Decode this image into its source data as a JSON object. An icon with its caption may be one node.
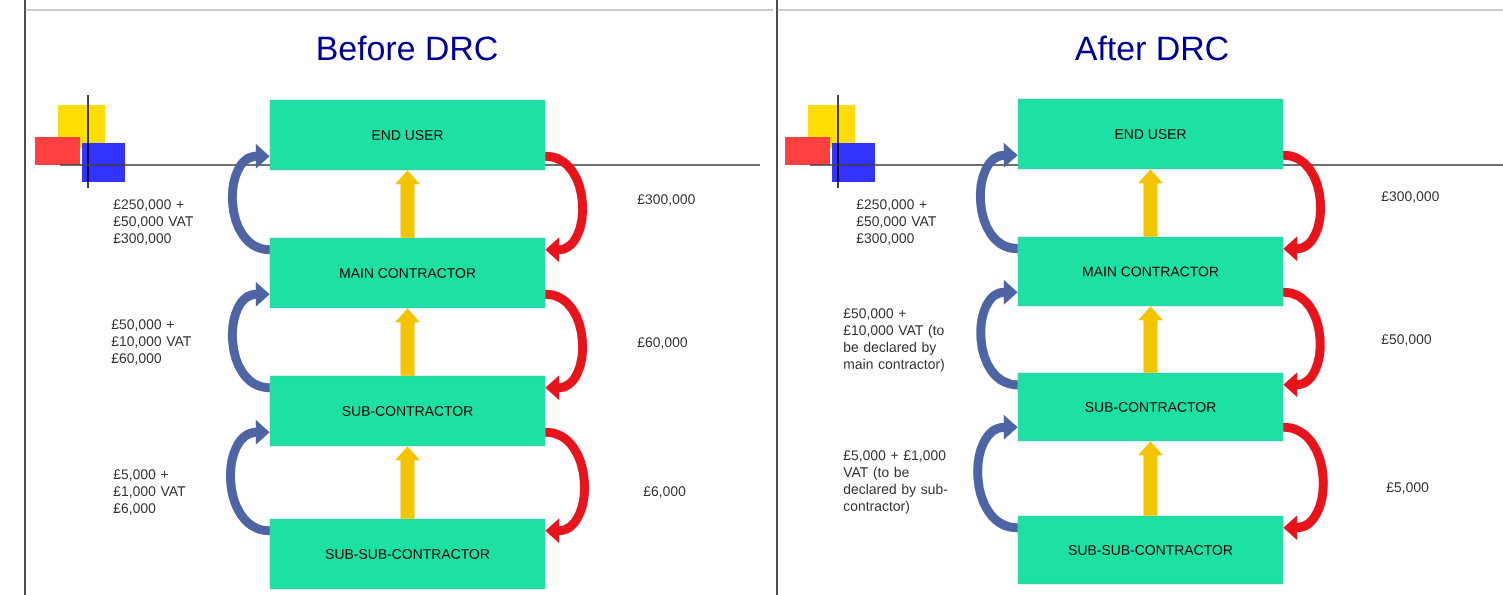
{
  "diagram": {
    "nodes": [
      {
        "text": [
          "END USER"
        ]
      },
      {
        "text": [
          "MAIN CONTRACTOR"
        ]
      },
      {
        "text": [
          "SUB-CONTRACTOR"
        ]
      },
      {
        "text": [
          "SUB-SUB-CONTRACTOR"
        ]
      },
      {
        "text": [
          "END USER"
        ]
      },
      {
        "text": [
          "MAIN CONTRACTOR"
        ]
      },
      {
        "text": [
          "SUB-CONTRACTOR"
        ]
      },
      {
        "text": [
          "SUB-SUB-CONTRACTOR"
        ]
      }
    ],
    "edges": [
      {
        "from": 1,
        "to": 0,
        "arrow": "to",
        "color": "#4f64a4",
        "label": "£250,000 + £50,000 VAT £300,000"
      },
      {
        "from": 2,
        "to": 1,
        "arrow": "to",
        "color": "#4f64a4",
        "label": "£50,000 + £10,000 VAT £60,000"
      },
      {
        "from": 3,
        "to": 2,
        "arrow": "to",
        "color": "#4f64a4",
        "label": "£5,000 + £1,000 VAT £6,000"
      },
      {
        "from": 0,
        "to": 1,
        "arrow": "to",
        "color": "#e8141b",
        "label": "£300,000"
      },
      {
        "from": 1,
        "to": 2,
        "arrow": "to",
        "color": "#e8141b",
        "label": "£60,000"
      },
      {
        "from": 2,
        "to": 3,
        "arrow": "to",
        "color": "#e8141b",
        "label": "£6,000"
      },
      {
        "from": 1,
        "to": 0,
        "arrow": "to",
        "color": "#f5c400"
      },
      {
        "from": 2,
        "to": 1,
        "arrow": "to",
        "color": "#f5c400"
      },
      {
        "from": 3,
        "to": 2,
        "arrow": "to",
        "color": "#f5c400"
      },
      {
        "from": 5,
        "to": 4,
        "arrow": "to",
        "color": "#4f64a4",
        "label": "£250,000 + £50,000 VAT £300,000"
      },
      {
        "from": 6,
        "to": 5,
        "arrow": "to",
        "color": "#4f64a4",
        "label": "£50,000 + £10,000 VAT (to be declared by main contractor)"
      },
      {
        "from": 7,
        "to": 6,
        "arrow": "to",
        "color": "#4f64a4",
        "label": "£5,000 + £1,000 VAT (to be declared by sub-contractor)"
      },
      {
        "from": 4,
        "to": 5,
        "arrow": "to",
        "color": "#e8141b",
        "label": "£300,000"
      },
      {
        "from": 5,
        "to": 6,
        "arrow": "to",
        "color": "#e8141b",
        "label": "£50,000"
      },
      {
        "from": 6,
        "to": 7,
        "arrow": "to",
        "color": "#e8141b",
        "label": "£5,000"
      },
      {
        "from": 5,
        "to": 4,
        "arrow": "to",
        "color": "#f5c400"
      },
      {
        "from": 6,
        "to": 5,
        "arrow": "to",
        "color": "#f5c400"
      },
      {
        "from": 7,
        "to": 6,
        "arrow": "to",
        "color": "#f5c400"
      }
    ],
    "labels": [
      "Before DRC",
      "After DRC"
    ]
  }
}
